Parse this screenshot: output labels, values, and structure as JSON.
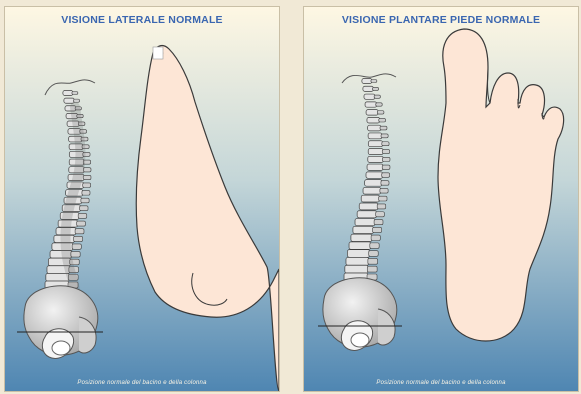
{
  "panels": [
    {
      "title": "VISIONE LATERALE NORMALE",
      "caption": "Posizione normale del bacino e della colonna"
    },
    {
      "title": "VISIONE PLANTARE PIEDE NORMALE",
      "caption": "Posizione normale del bacino e della colonna"
    }
  ],
  "colors": {
    "background_top": "#fef7e3",
    "background_bottom": "#4f86b2",
    "skin": "#fde6d6",
    "bone": "#dcdcdc",
    "title": "#3a66b0"
  }
}
